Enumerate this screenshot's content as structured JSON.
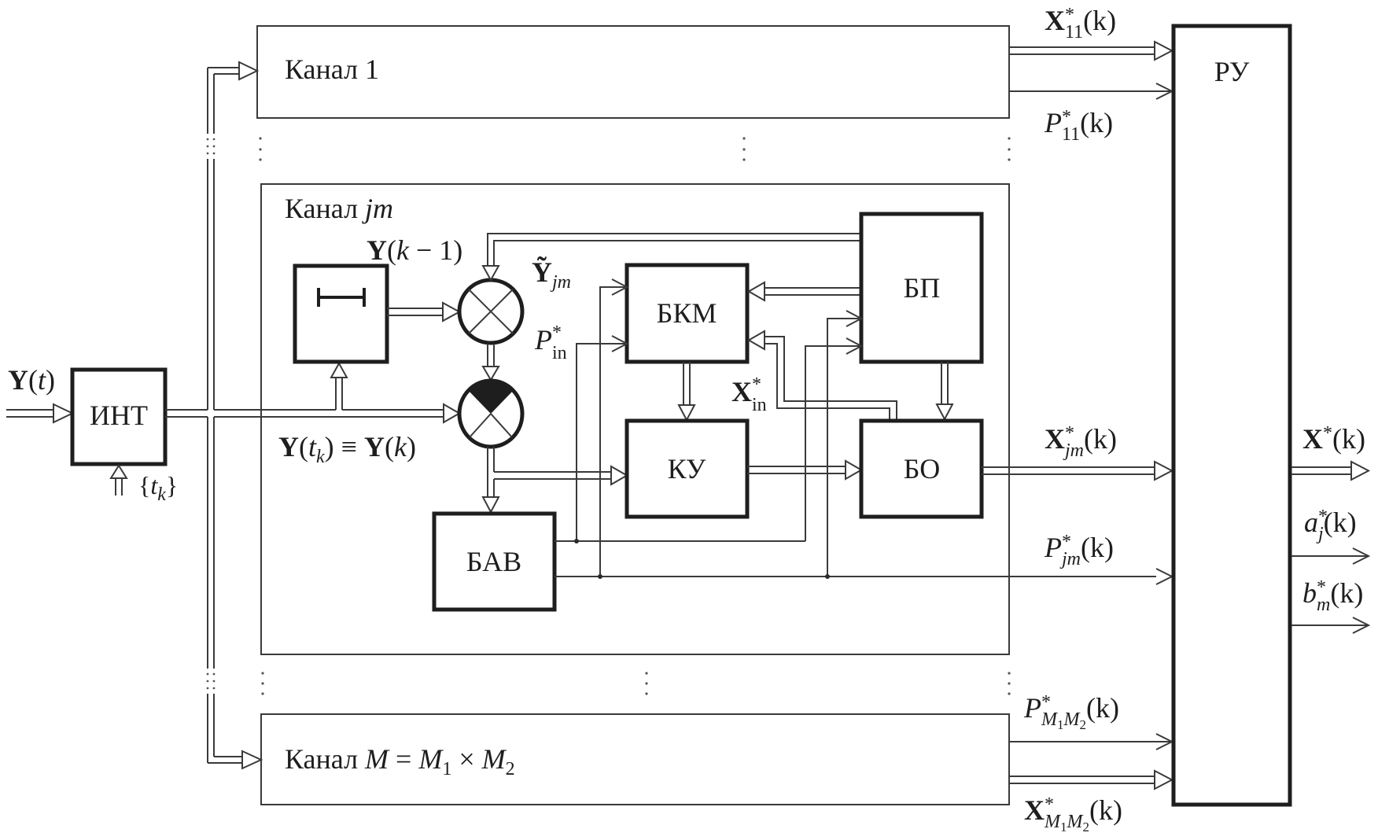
{
  "blocks": {
    "int": "ИНТ",
    "ru": "РУ",
    "bkm": "БКМ",
    "bp": "БП",
    "ku": "КУ",
    "bo": "БО",
    "bav": "БАВ"
  },
  "channels": {
    "ch1": {
      "word": "Канал",
      "id": "1"
    },
    "chjm": {
      "word": "Канал",
      "id": "jm"
    },
    "chM": {
      "word": "Канал",
      "id": "M",
      "eq": " = ",
      "m1": "M",
      "m1sub": "1",
      "times": " × ",
      "m2": "M",
      "m2sub": "2"
    }
  },
  "signals": {
    "input": {
      "main": "Y",
      "arg_open": "(",
      "arg": "t",
      "arg_close": ")"
    },
    "times": {
      "open": "{",
      "var": "t",
      "sub": "k",
      "close": "}"
    },
    "y_prev": {
      "main": "Y",
      "rest": "(",
      "k": "k",
      "tail": " − 1)"
    },
    "y_tilde": {
      "main": "Ỹ",
      "sub": "jm"
    },
    "p_in": {
      "main": "P",
      "sup": "*",
      "sub": "in"
    },
    "x_in": {
      "main": "X",
      "sup": "*",
      "sub": "in"
    },
    "y_k": {
      "main": "Y",
      "p1": "(",
      "t": "t",
      "tsub": "k",
      "p2": ") ≡ ",
      "main2": "Y",
      "p3": "(",
      "k": "k",
      "p4": ")"
    },
    "x11": {
      "main": "X",
      "sup": "*",
      "sub": "11",
      "arg": "(k)"
    },
    "p11": {
      "main": "P",
      "sup": "*",
      "sub": "11",
      "arg": "(k)"
    },
    "xjm": {
      "main": "X",
      "sup": "*",
      "sub": "jm",
      "arg": "(k)"
    },
    "pjm": {
      "main": "P",
      "sup": "*",
      "sub": "jm",
      "arg": "(k)"
    },
    "pM": {
      "main": "P",
      "sup": "*",
      "sub": "M",
      "sub1": "1",
      "sub2": "M",
      "sub3": "2",
      "arg": "(k)"
    },
    "xM": {
      "main": "X",
      "sup": "*",
      "sub": "M",
      "sub1": "1",
      "sub2": "M",
      "sub3": "2",
      "arg": "(k)"
    },
    "x_out": {
      "main": "X",
      "sup": "*",
      "arg": "(k)"
    },
    "a_out": {
      "main": "a",
      "sup": "*",
      "sub": "j",
      "arg": "(k)"
    },
    "b_out": {
      "main": "b",
      "sup": "*",
      "sub": "m",
      "arg": "(k)"
    }
  },
  "icons": {
    "delay": "delay-bracket-icon",
    "multiplier": "multiplier-circle-icon",
    "half_filled_multiplier": "gated-multiplier-icon"
  }
}
